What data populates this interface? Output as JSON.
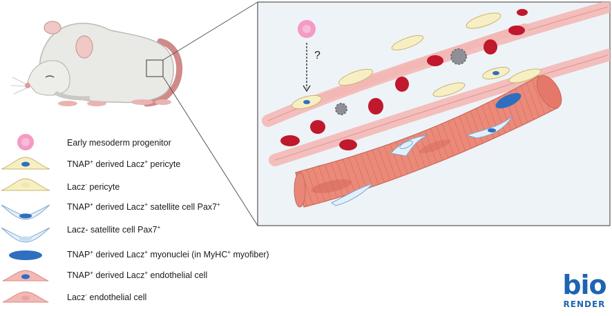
{
  "question_mark": "?",
  "legend": [
    {
      "pre": "Early mesoderm progenitor",
      "parts": []
    },
    {
      "parts": [
        [
          "TNAP",
          "+"
        ],
        [
          " derived Lacz",
          "+"
        ],
        [
          " pericyte",
          ""
        ]
      ]
    },
    {
      "parts": [
        [
          "Lacz",
          "-"
        ],
        [
          " pericyte",
          ""
        ]
      ]
    },
    {
      "parts": [
        [
          "TNAP",
          "+"
        ],
        [
          " derived Lacz",
          "+"
        ],
        [
          " satellite cell Pax7",
          "+"
        ]
      ]
    },
    {
      "parts": [
        [
          "Lacz- satellite cell Pax7",
          "+"
        ]
      ]
    },
    {
      "parts": [
        [
          "TNAP",
          "+"
        ],
        [
          " derived Lacz",
          "+"
        ],
        [
          " myonuclei (in MyHC",
          "+"
        ],
        [
          " myofiber)",
          ""
        ]
      ]
    },
    {
      "parts": [
        [
          "TNAP",
          "+"
        ],
        [
          " derived Lacz",
          "+"
        ],
        [
          " endothelial cell",
          ""
        ]
      ]
    },
    {
      "parts": [
        [
          "Lacz",
          "-"
        ],
        [
          " endothelial cell",
          ""
        ]
      ]
    }
  ],
  "logo": {
    "top": "bio",
    "bottom": "RENDER"
  },
  "colors": {
    "pericyte_fill": "#f7efc4",
    "pericyte_stroke": "#c8b36a",
    "nucleus_blue": "#2f6fc0",
    "endothelial_fill": "#f3b8b5",
    "endothelial_stroke": "#d98a85",
    "rbc": "#c0182c",
    "myofiber": "#ec8a7a",
    "satellite_fill": "#e3f0fb",
    "progenitor": "#f49ac4",
    "logo_blue": "#1f64b3"
  }
}
